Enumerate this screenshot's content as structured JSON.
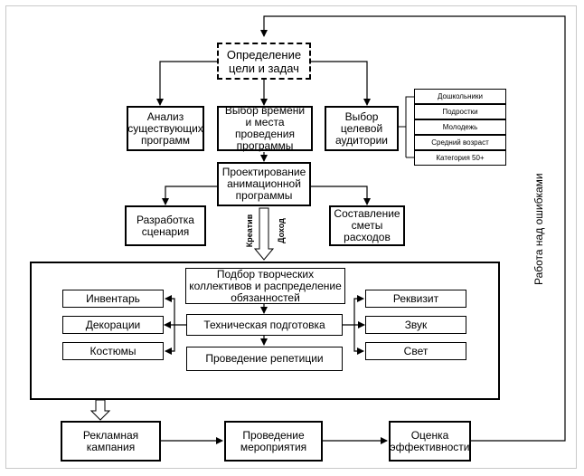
{
  "nodes": {
    "goals": "Определение цели и задач",
    "analysis": "Анализ существующих программ",
    "time_place": "Выбор времени и места проведения программы",
    "audience": "Выбор целевой аудитории",
    "design": "Проектирование анимационной программы",
    "script": "Разработка сценария",
    "budget": "Составление сметы расходов",
    "collectives": "Подбор творческих коллективов и распределение обязанностей",
    "tech_prep": "Техническая подготовка",
    "rehearsal": "Проведение репетиции",
    "inventory": "Инвентарь",
    "decorations": "Декорации",
    "costumes": "Костюмы",
    "props": "Реквизит",
    "sound": "Звук",
    "light": "Свет",
    "advertising": "Рекламная кампания",
    "event": "Проведение мероприятия",
    "evaluation": "Оценка эффективности"
  },
  "audience_groups": [
    "Дошкольники",
    "Подростки",
    "Молодежь",
    "Средний возраст",
    "Категория 50+"
  ],
  "side_labels": {
    "creative": "Креатив",
    "income": "Доход",
    "feedback": "Работа над ошибками"
  }
}
